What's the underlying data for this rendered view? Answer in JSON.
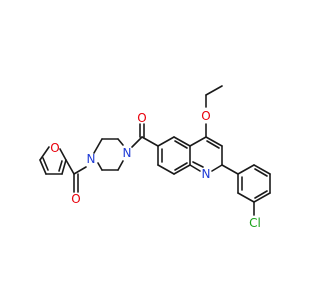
{
  "atoms": {
    "o_furan": {
      "label": "O",
      "color": "#e8000b"
    },
    "o_furan_carbonyl": {
      "label": "O",
      "color": "#e8000b"
    },
    "n_piperazine_left": {
      "label": "N",
      "color": "#1f3bd6"
    },
    "n_piperazine_right": {
      "label": "N",
      "color": "#1f3bd6"
    },
    "o_quinoline_carbonyl": {
      "label": "O",
      "color": "#e8000b"
    },
    "o_ethoxy": {
      "label": "O",
      "color": "#e8000b"
    },
    "n_quinoline": {
      "label": "N",
      "color": "#1f3bd6"
    },
    "cl": {
      "label": "Cl",
      "color": "#1aa31a"
    }
  },
  "colors": {
    "bond": "#1a1a1a",
    "background": "#ffffff"
  }
}
